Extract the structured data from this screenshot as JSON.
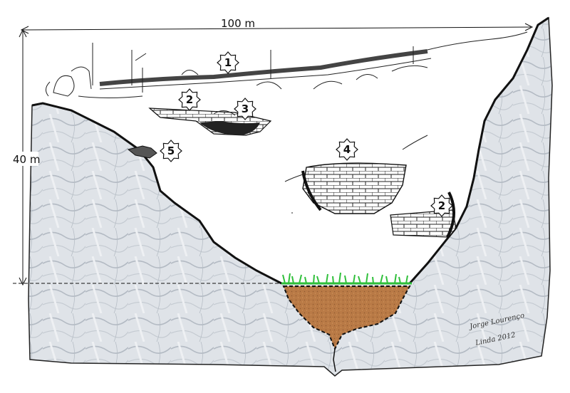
{
  "dimensions": {
    "width_label": "100 m",
    "depth_label": "40 m"
  },
  "markers": [
    {
      "label": "1"
    },
    {
      "label": "2"
    },
    {
      "label": "3"
    },
    {
      "label": "4"
    },
    {
      "label": "5"
    },
    {
      "label": "2"
    }
  ],
  "signature": {
    "line1": "Jorge Lourenço",
    "line2": "Linda 2012"
  },
  "colors": {
    "rock": "#d9dde2",
    "rock_vein": "#a9b1ba",
    "soil": "#b97a46",
    "grass": "#2fbf3a",
    "ink": "#111111"
  }
}
